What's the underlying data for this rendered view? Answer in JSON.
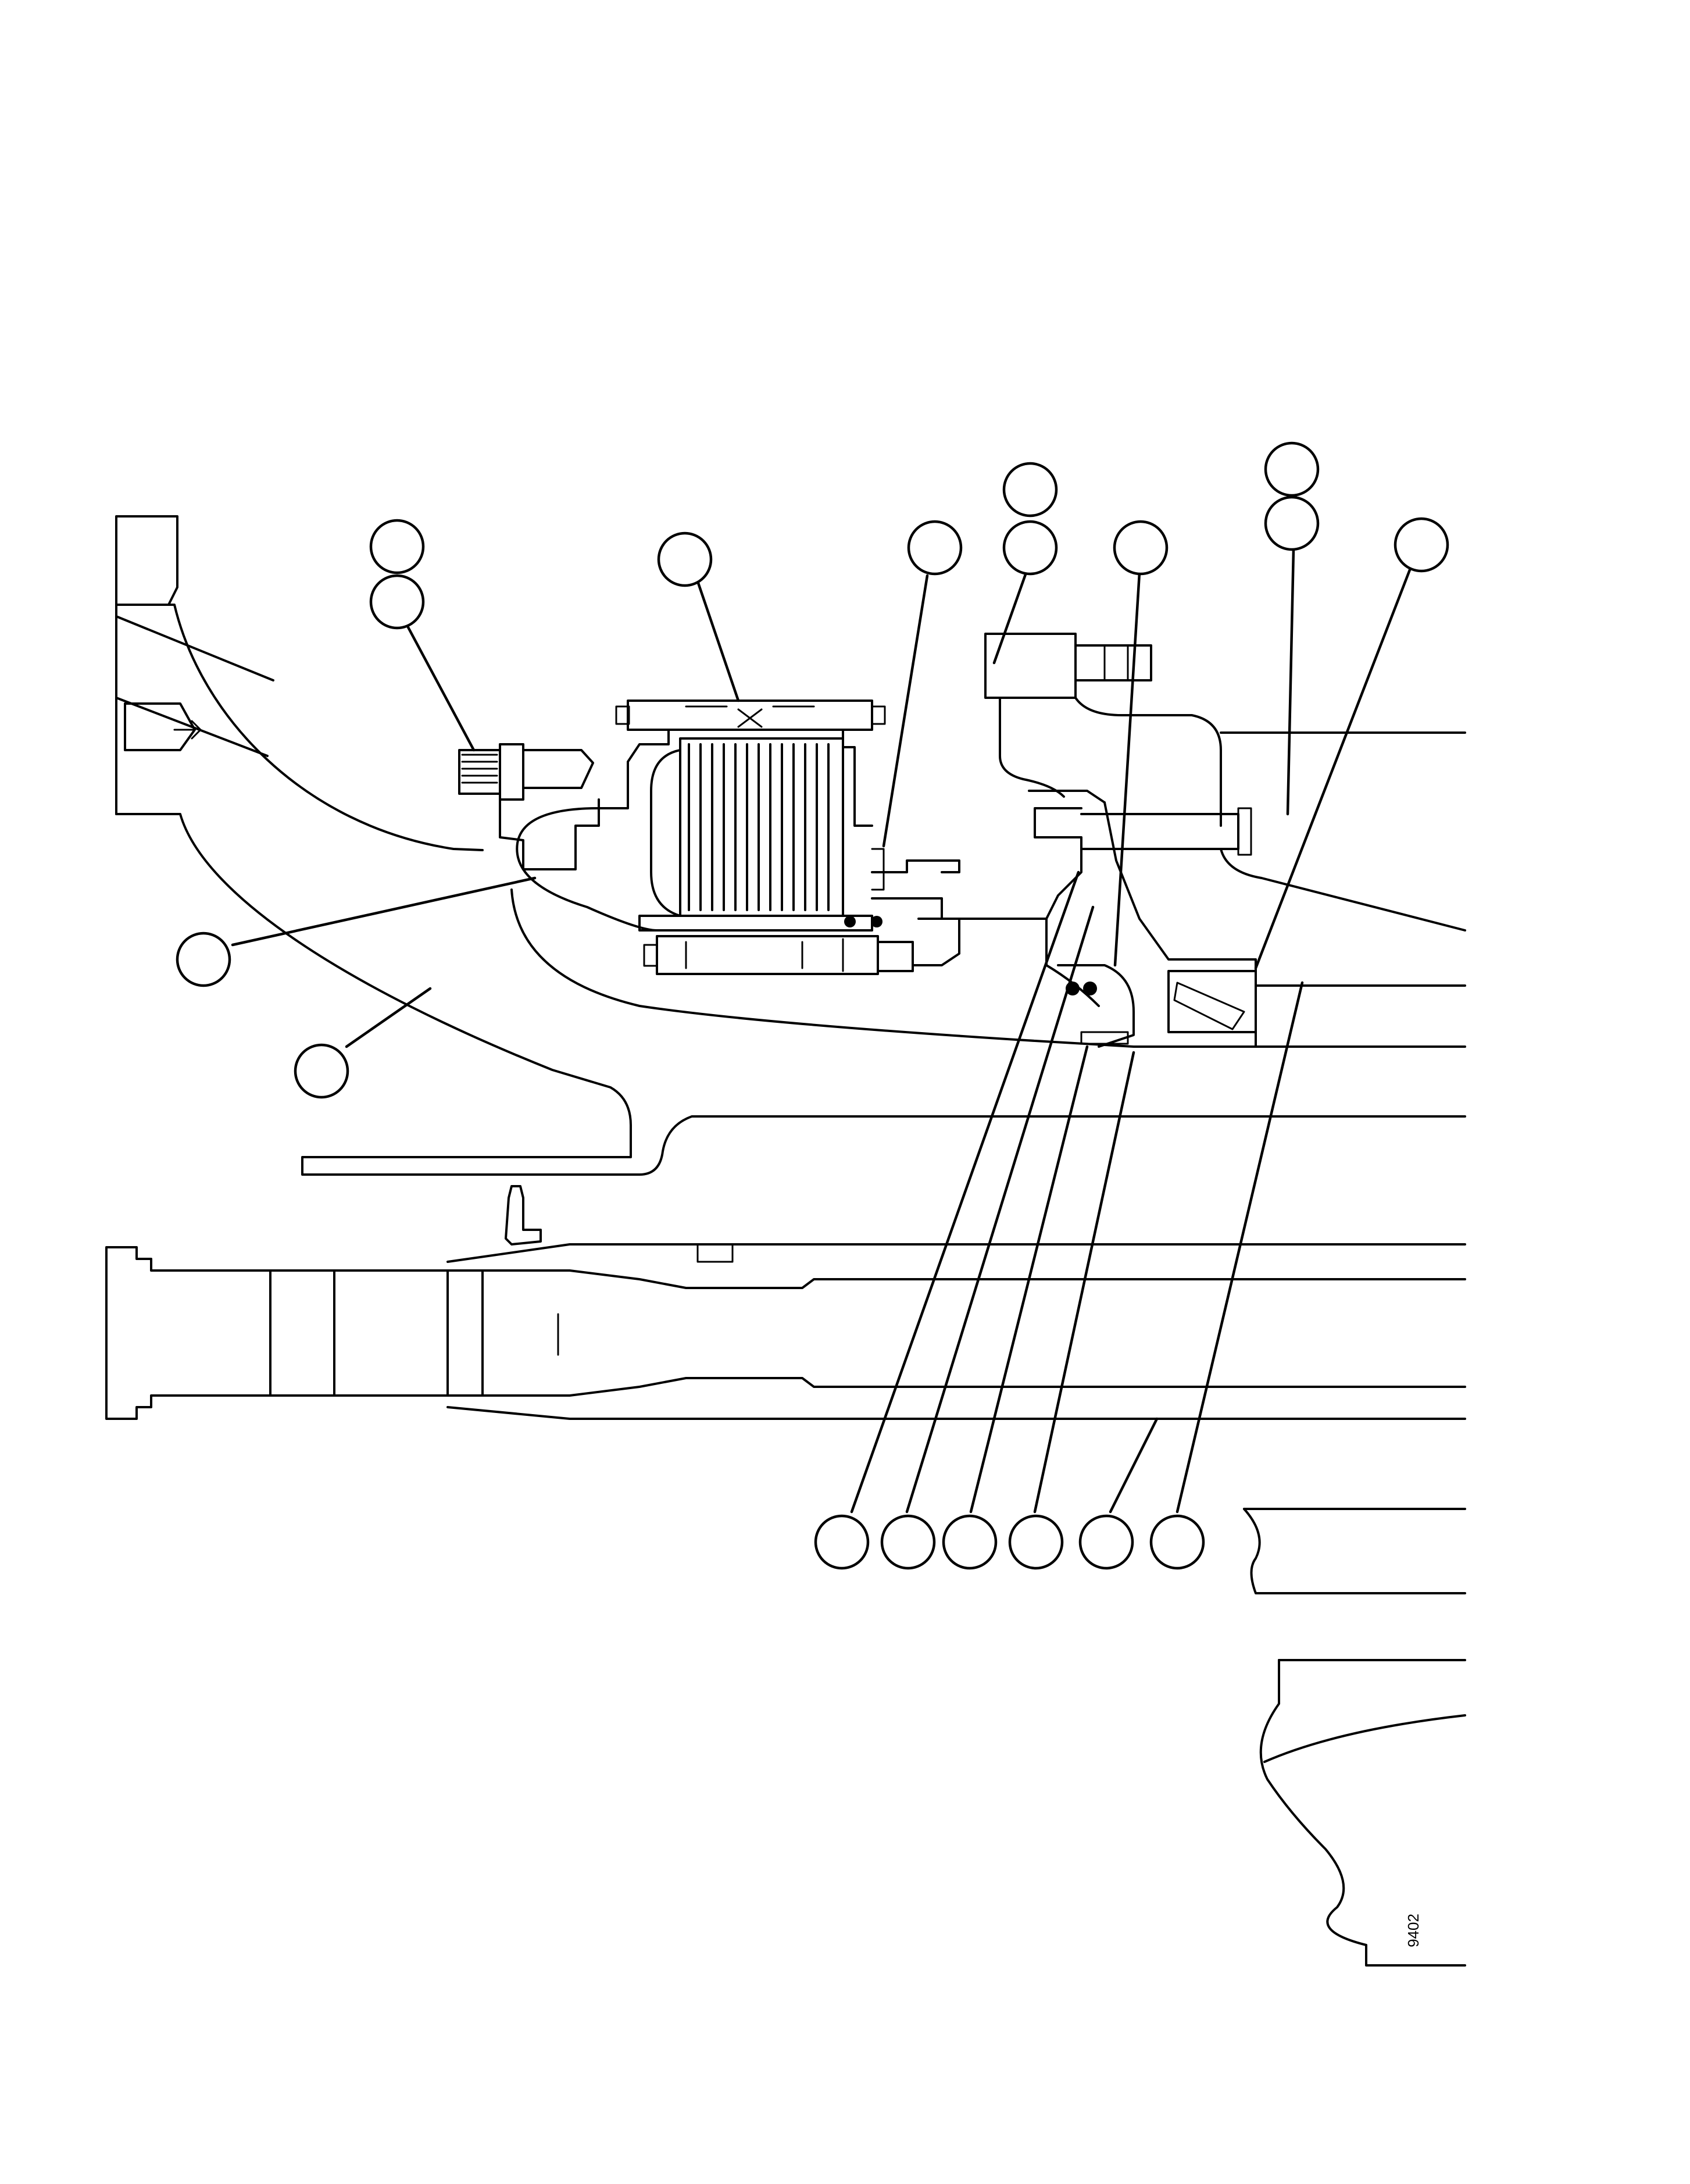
{
  "figure": {
    "code": "9402"
  },
  "callouts": [
    {
      "id": "c01",
      "label": ""
    },
    {
      "id": "c02",
      "label": ""
    },
    {
      "id": "c03",
      "label": ""
    },
    {
      "id": "c04",
      "label": ""
    },
    {
      "id": "c05",
      "label": ""
    },
    {
      "id": "c06",
      "label": ""
    },
    {
      "id": "c07",
      "label": ""
    },
    {
      "id": "c08",
      "label": ""
    },
    {
      "id": "c09",
      "label": ""
    },
    {
      "id": "c10",
      "label": ""
    },
    {
      "id": "c11",
      "label": ""
    },
    {
      "id": "c12",
      "label": ""
    },
    {
      "id": "c13",
      "label": ""
    },
    {
      "id": "c14",
      "label": ""
    },
    {
      "id": "c15",
      "label": ""
    },
    {
      "id": "c16",
      "label": ""
    },
    {
      "id": "c17",
      "label": ""
    },
    {
      "id": "c18",
      "label": ""
    },
    {
      "id": "c19",
      "label": ""
    }
  ]
}
